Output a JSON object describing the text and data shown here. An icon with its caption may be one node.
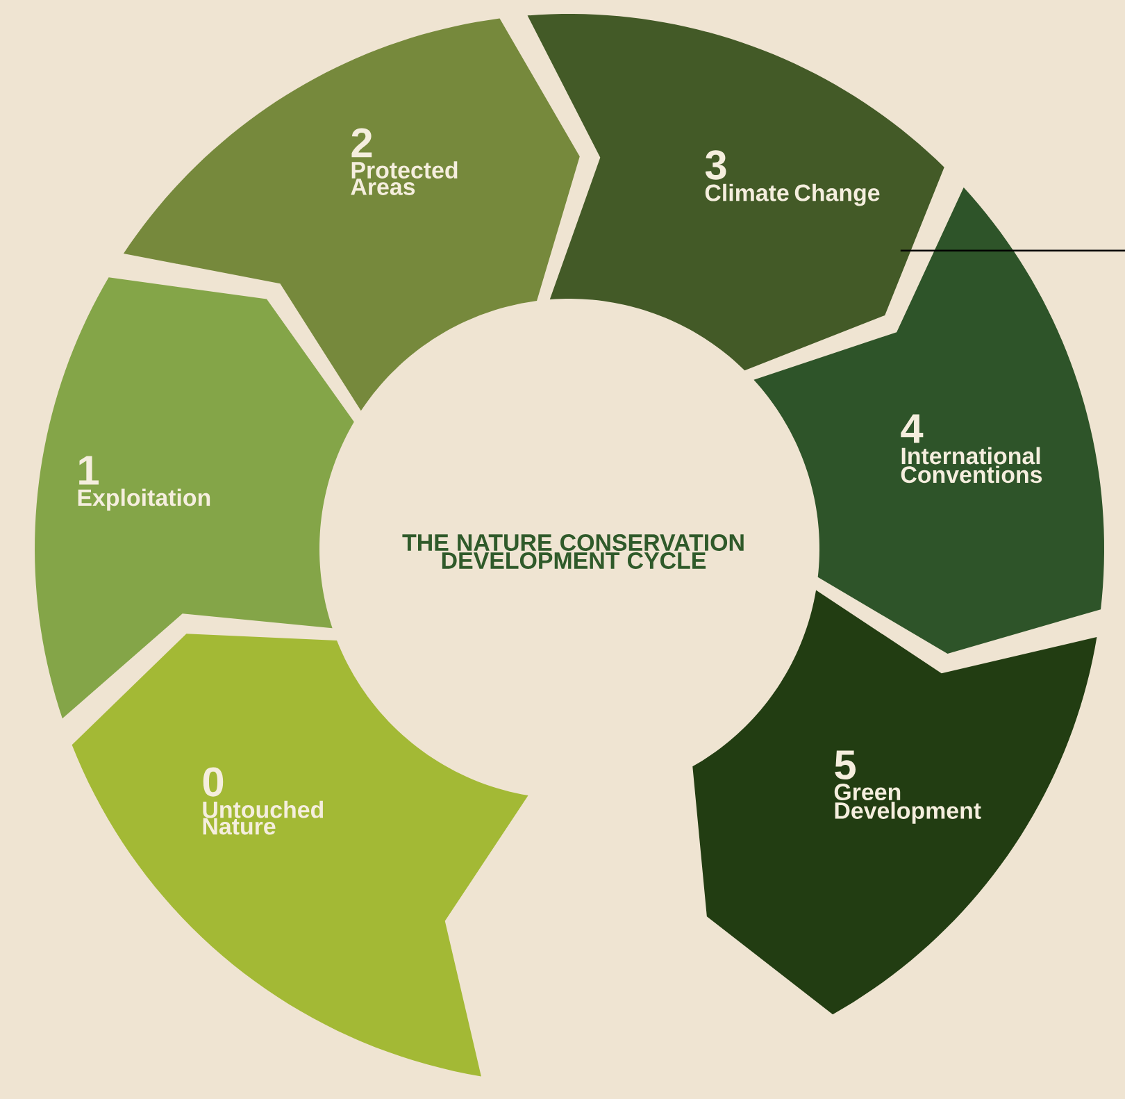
{
  "diagram": {
    "title": "THE NATURE CONSERVATION DEVELOPMENT CYCLE",
    "nodes": [
      {
        "text": [
          "0",
          "Untouched Nature"
        ]
      },
      {
        "text": [
          "1",
          "Exploitation"
        ]
      },
      {
        "text": [
          "2",
          "Protected Areas"
        ]
      },
      {
        "text": [
          "3",
          "Climate Change"
        ]
      },
      {
        "text": [
          "4",
          "International Conventions"
        ]
      },
      {
        "text": [
          "5",
          "Green Development"
        ]
      }
    ],
    "edges": [
      {
        "from": null,
        "to": 3,
        "arrow": "none"
      }
    ]
  }
}
